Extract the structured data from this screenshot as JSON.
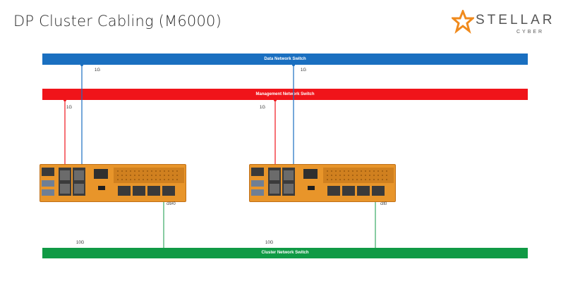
{
  "title": "DP Cluster Cabling (M6000)",
  "logo": {
    "word": "STELLAR",
    "sub": "CYBER"
  },
  "switches": {
    "data": {
      "label": "Data Network Switch",
      "color": "#1a6fc0"
    },
    "management": {
      "label": "Management Network Switch",
      "color": "#f0141a"
    },
    "cluster": {
      "label": "Cluster Network Switch",
      "color": "#109a45"
    }
  },
  "links": {
    "left_data_speed": "1G",
    "right_data_speed": "1G",
    "left_mgmt_speed": "1G",
    "right_mgmt_speed": "1G",
    "left_cluster_speed": "10G",
    "right_cluster_speed": "10G",
    "left_cluster_port": "clt#0",
    "right_cluster_port": "clt0"
  }
}
